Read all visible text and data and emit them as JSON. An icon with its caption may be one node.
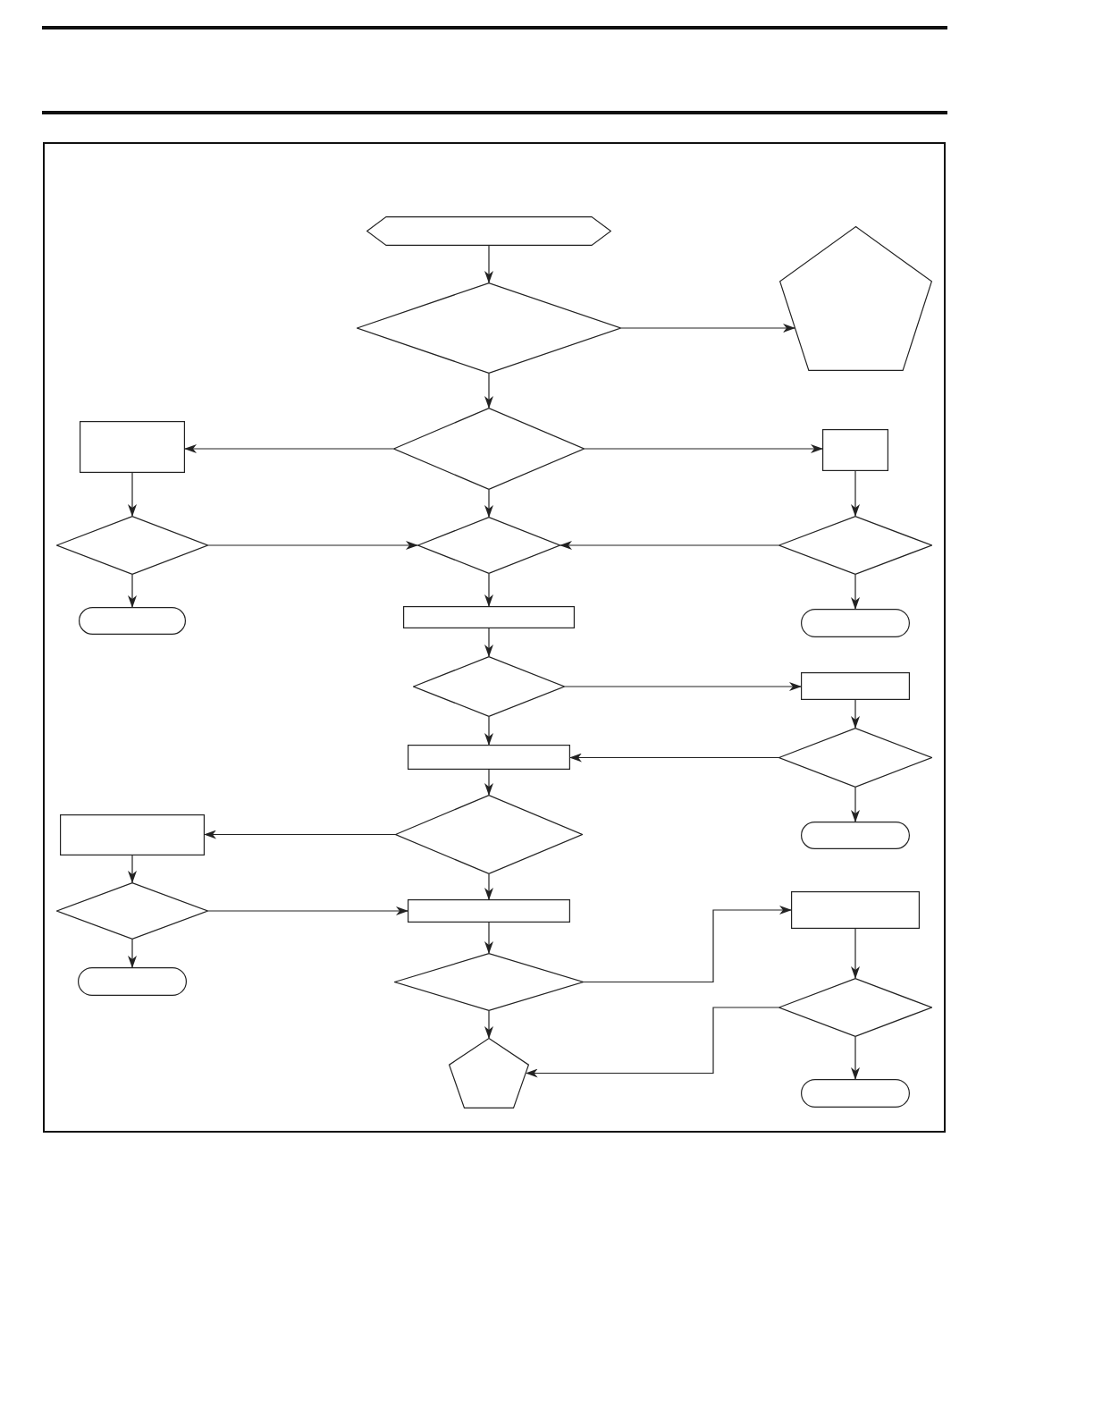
{
  "diagram": {
    "nodes": [
      {
        "text": [],
        "shape": "hexagon"
      },
      {
        "text": [],
        "shape": "diamond"
      },
      {
        "text": [],
        "shape": "pentagon"
      },
      {
        "text": [],
        "shape": "diamond"
      },
      {
        "text": [],
        "shape": "box"
      },
      {
        "text": [],
        "shape": "box"
      },
      {
        "text": [],
        "shape": "diamond"
      },
      {
        "text": [],
        "shape": "diamond"
      },
      {
        "text": [],
        "shape": "diamond"
      },
      {
        "text": [],
        "shape": "terminal"
      },
      {
        "text": [],
        "shape": "box"
      },
      {
        "text": [],
        "shape": "terminal"
      },
      {
        "text": [],
        "shape": "diamond"
      },
      {
        "text": [],
        "shape": "box"
      },
      {
        "text": [],
        "shape": "box"
      },
      {
        "text": [],
        "shape": "diamond"
      },
      {
        "text": [],
        "shape": "box"
      },
      {
        "text": [],
        "shape": "diamond"
      },
      {
        "text": [],
        "shape": "terminal"
      },
      {
        "text": [],
        "shape": "diamond"
      },
      {
        "text": [],
        "shape": "box"
      },
      {
        "text": [],
        "shape": "box"
      },
      {
        "text": [],
        "shape": "terminal"
      },
      {
        "text": [],
        "shape": "diamond"
      },
      {
        "text": [],
        "shape": "diamond"
      },
      {
        "text": [],
        "shape": "pentagon"
      },
      {
        "text": [],
        "shape": "terminal"
      }
    ],
    "edges": [
      {
        "from": 0,
        "to": 1,
        "arrow": "to"
      },
      {
        "from": 1,
        "to": 2,
        "arrow": "to"
      },
      {
        "from": 1,
        "to": 3,
        "arrow": "to"
      },
      {
        "from": 3,
        "to": 4,
        "arrow": "to"
      },
      {
        "from": 3,
        "to": 5,
        "arrow": "to"
      },
      {
        "from": 3,
        "to": 7,
        "arrow": "to"
      },
      {
        "from": 4,
        "to": 6,
        "arrow": "to"
      },
      {
        "from": 5,
        "to": 8,
        "arrow": "to"
      },
      {
        "from": 6,
        "to": 7,
        "arrow": "to"
      },
      {
        "from": 8,
        "to": 7,
        "arrow": "to"
      },
      {
        "from": 6,
        "to": 9,
        "arrow": "to"
      },
      {
        "from": 8,
        "to": 11,
        "arrow": "to"
      },
      {
        "from": 7,
        "to": 10,
        "arrow": "to"
      },
      {
        "from": 10,
        "to": 12,
        "arrow": "to"
      },
      {
        "from": 12,
        "to": 13,
        "arrow": "to"
      },
      {
        "from": 12,
        "to": 14,
        "arrow": "to"
      },
      {
        "from": 13,
        "to": 15,
        "arrow": "to"
      },
      {
        "from": 15,
        "to": 14,
        "arrow": "to"
      },
      {
        "from": 15,
        "to": 18,
        "arrow": "to"
      },
      {
        "from": 14,
        "to": 17,
        "arrow": "to"
      },
      {
        "from": 17,
        "to": 16,
        "arrow": "to"
      },
      {
        "from": 17,
        "to": 20,
        "arrow": "to"
      },
      {
        "from": 16,
        "to": 19,
        "arrow": "to"
      },
      {
        "from": 19,
        "to": 20,
        "arrow": "to"
      },
      {
        "from": 19,
        "to": 22,
        "arrow": "to"
      },
      {
        "from": 20,
        "to": 23,
        "arrow": "to"
      },
      {
        "from": 23,
        "to": 21,
        "arrow": "to"
      },
      {
        "from": 21,
        "to": 24,
        "arrow": "to"
      },
      {
        "from": 24,
        "to": 25,
        "arrow": "to"
      },
      {
        "from": 24,
        "to": 26,
        "arrow": "to"
      },
      {
        "from": 23,
        "to": 25,
        "arrow": "to"
      }
    ]
  }
}
